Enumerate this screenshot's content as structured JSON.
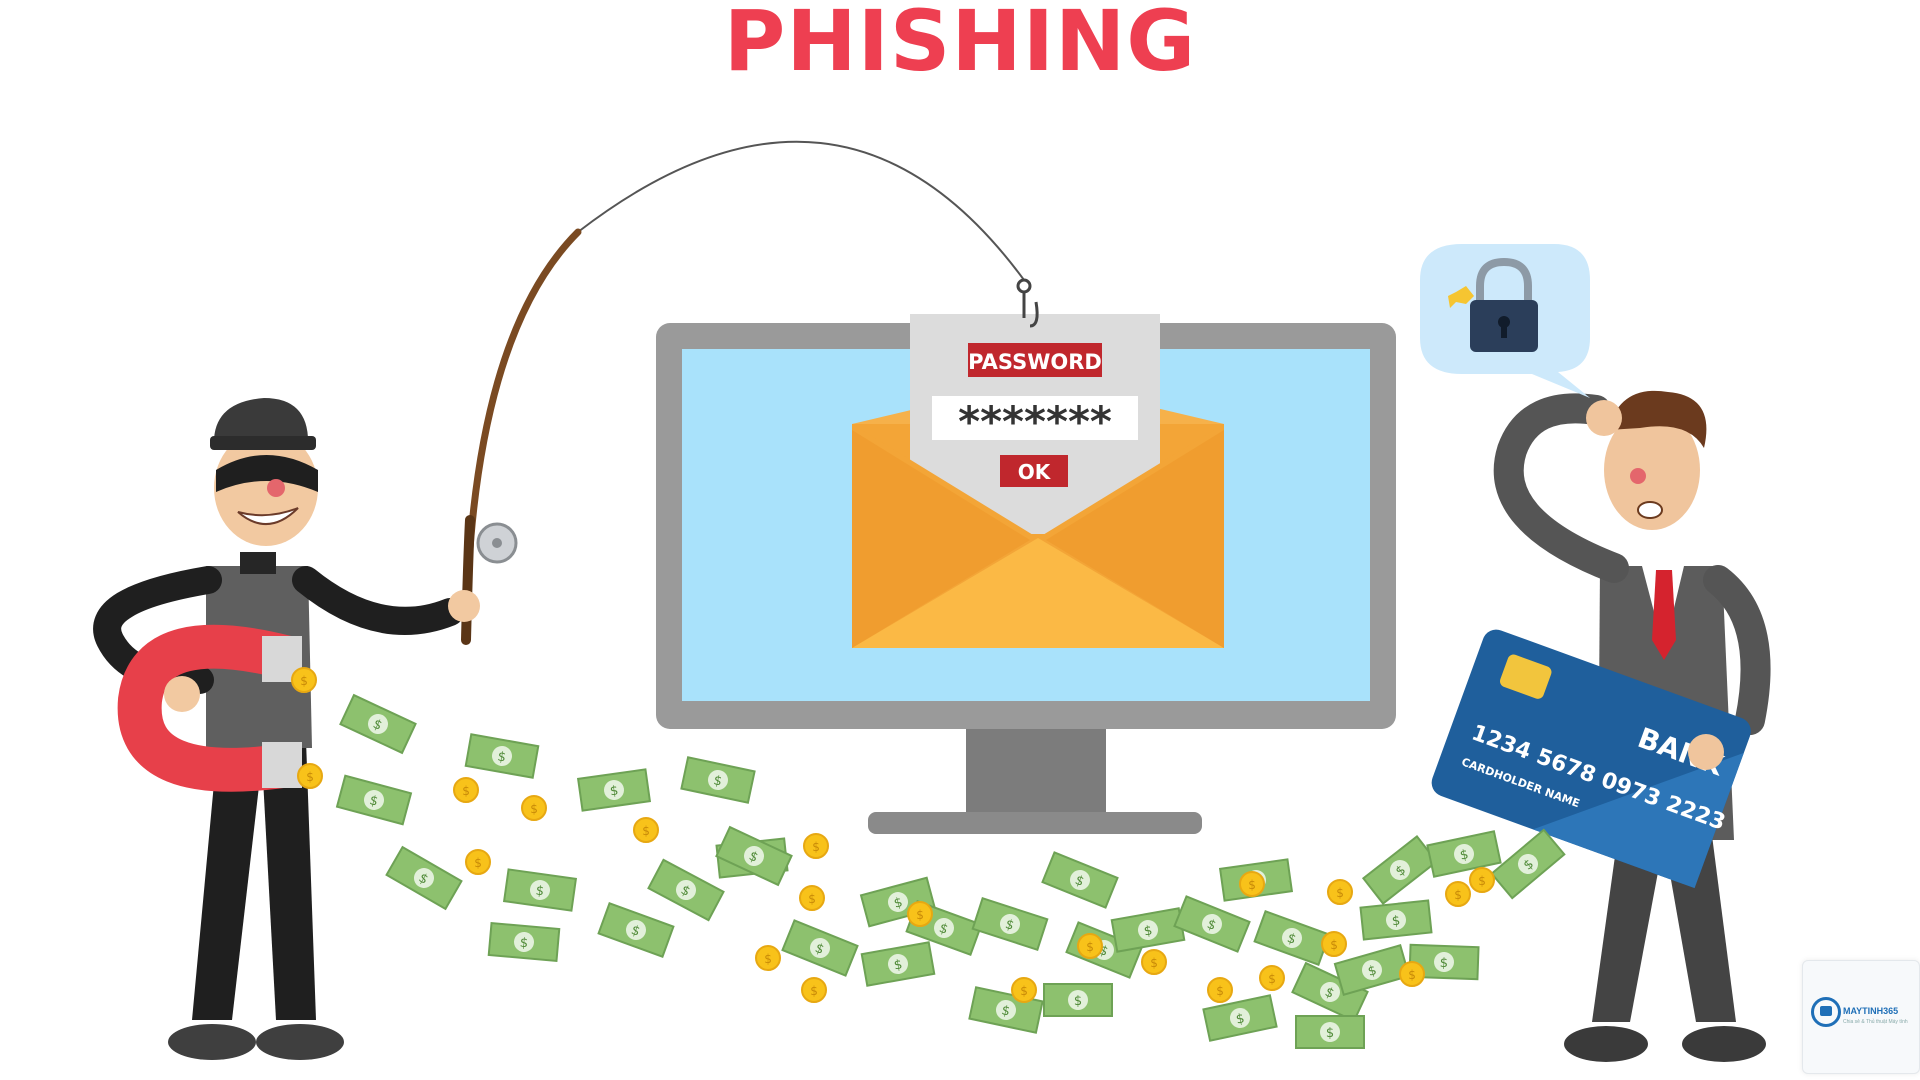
{
  "title": "PHISHING",
  "email_popup": {
    "label": "PASSWORD",
    "masked_value": "*******",
    "button": "OK"
  },
  "credit_card": {
    "bank_label": "BANK",
    "number": "1234 5678 0973 2223",
    "holder": "CARDHOLDER NAME"
  },
  "watermark": {
    "brand": "MAYTINH365",
    "tagline": "Chia sẻ & Thủ thuật Máy tính"
  },
  "colors": {
    "title": "#ee3f51",
    "screen": "#a9e2fb",
    "monitor": "#9a9a9a",
    "envelope": "#f3a537",
    "badge": "#c0272d",
    "money": "#8dc16e",
    "coin": "#f8c21a",
    "card": "#1f5f9c"
  },
  "icons": [
    "fishing-rod-icon",
    "hook-icon",
    "envelope-icon",
    "padlock-icon",
    "magnet-icon",
    "credit-card-icon",
    "dollar-bill-icon",
    "coin-icon"
  ]
}
